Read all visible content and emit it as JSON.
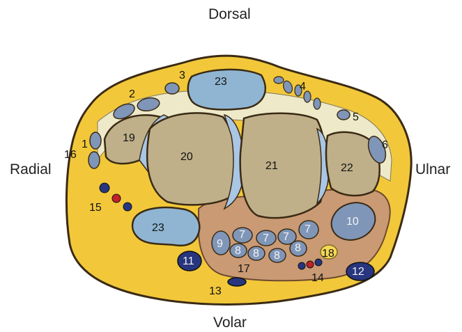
{
  "directions": {
    "dorsal": "Dorsal",
    "radial": "Radial",
    "ulnar": "Ulnar",
    "volar": "Volar"
  },
  "labels": {
    "n1": "1",
    "n2": "2",
    "n3": "3",
    "n4": "4",
    "n5": "5",
    "n6": "6",
    "n7": "7",
    "n8": "8",
    "n9": "9",
    "n10": "10",
    "n11": "11",
    "n12": "12",
    "n13": "13",
    "n14": "14",
    "n15": "15",
    "n16": "16",
    "n17": "17",
    "n18": "18",
    "n19": "19",
    "n20": "20",
    "n21": "21",
    "n22": "22",
    "n23": "23"
  },
  "colors": {
    "fat": "#f2c83a",
    "skin_outline": "#3a2a14",
    "bone": "#bfb08a",
    "cartilage": "#a9c6e4",
    "tendon": "#7f96b8",
    "tendon_sheath": "#dfe7f1",
    "carpal_tunnel": "#c99a74",
    "synovial": "#8fb5d2",
    "vein": "#27367e",
    "artery": "#c0222b",
    "nerve": "#f4d858"
  }
}
